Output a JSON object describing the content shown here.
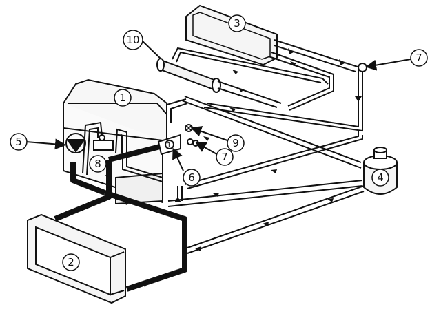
{
  "callouts": [
    {
      "id": "engine",
      "label": "1"
    },
    {
      "id": "radiator",
      "label": "2"
    },
    {
      "id": "heater-core",
      "label": "3"
    },
    {
      "id": "reservoir",
      "label": "4"
    },
    {
      "id": "valve-left",
      "label": "5"
    },
    {
      "id": "pump",
      "label": "6"
    },
    {
      "id": "valve-top-right",
      "label": "7"
    },
    {
      "id": "sensor-small",
      "label": "7"
    },
    {
      "id": "bypass-block",
      "label": "8"
    },
    {
      "id": "temp-sender",
      "label": "9"
    },
    {
      "id": "filter-cylinder",
      "label": "10"
    }
  ],
  "colors": {
    "line": "#111111",
    "fill": "#ffffff",
    "panel": "#f2f2f2"
  }
}
